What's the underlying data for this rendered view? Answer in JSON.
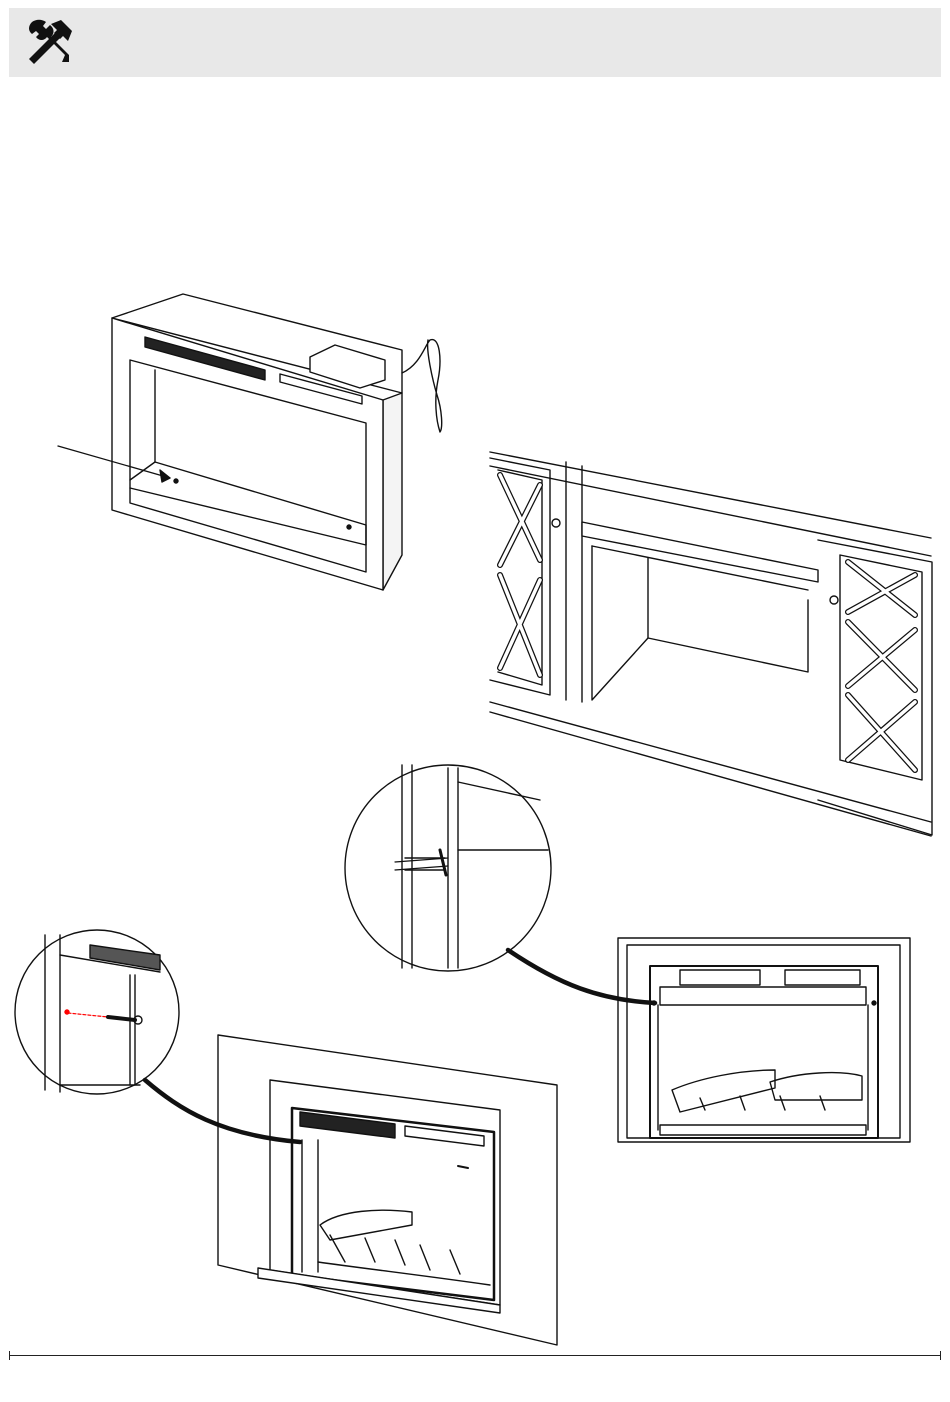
{
  "header": {
    "icon": "hammer-wrench-icon",
    "bar_color": "#e8e8e8"
  },
  "accent": {
    "arrow": "#ff0000",
    "line": "#111111"
  },
  "figures": [
    "fireplace-insert",
    "tv-stand-cabinet",
    "detail-callout-top",
    "detail-callout-left",
    "installed-front-view",
    "installed-right-view"
  ]
}
